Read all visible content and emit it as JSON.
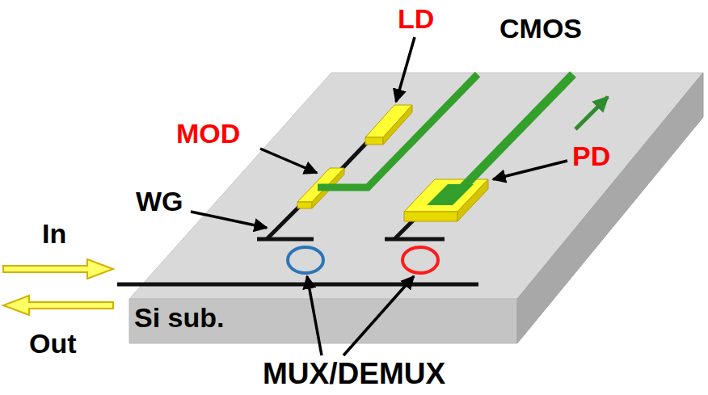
{
  "diagram": {
    "labels": [
      "LD",
      "CMOS",
      "MOD",
      "PD",
      "WG",
      "In",
      "Out",
      "Si sub.",
      "MUX/DEMUX"
    ]
  }
}
